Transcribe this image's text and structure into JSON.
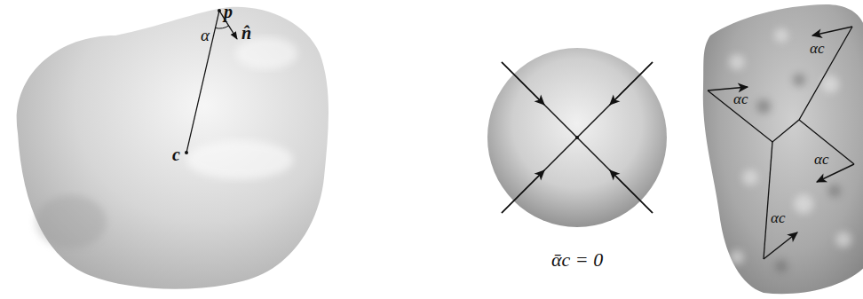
{
  "diagram": {
    "labels": [
      "p",
      "α",
      "n̂",
      "c",
      "ᾱc = 0",
      "αc",
      "αc",
      "αc",
      "αc"
    ]
  }
}
